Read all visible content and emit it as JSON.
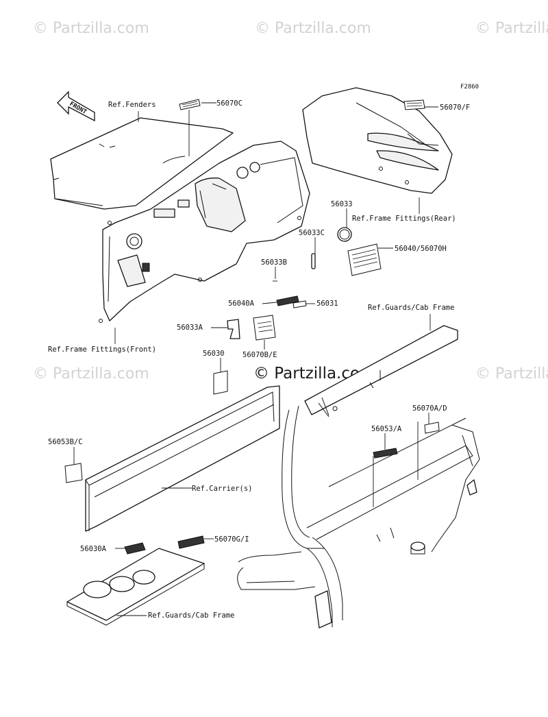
{
  "watermarks": [
    "© Partzilla.com",
    "© Partzilla.com",
    "© Partzilla.com",
    "© Partzilla.com",
    "© Partzilla.com",
    "© Partzilla.com"
  ],
  "figure_code": "F2860",
  "front_arrow_label": "FRONT",
  "refs": {
    "fenders": "Ref.Fenders",
    "frame_fittings_rear": "Ref.Frame Fittings(Rear)",
    "frame_fittings_front": "Ref.Frame Fittings(Front)",
    "guards_cab_frame_top": "Ref.Guards/Cab Frame",
    "carrier": "Ref.Carrier(s)",
    "guards_cab_frame_bottom": "Ref.Guards/Cab Frame"
  },
  "parts": {
    "p56070C": "56070C",
    "p56070F": "56070/F",
    "p56033": "56033",
    "p56033C": "56033C",
    "p56040_56070H": "56040/56070H",
    "p56033B": "56033B",
    "p56040A": "56040A",
    "p56031": "56031",
    "p56033A": "56033A",
    "p56070BE": "56070B/E",
    "p56030": "56030",
    "p56070AD": "56070A/D",
    "p56053A": "56053/A",
    "p56053BC": "56053B/C",
    "p56030A": "56030A",
    "p56070GI": "56070G/I"
  }
}
